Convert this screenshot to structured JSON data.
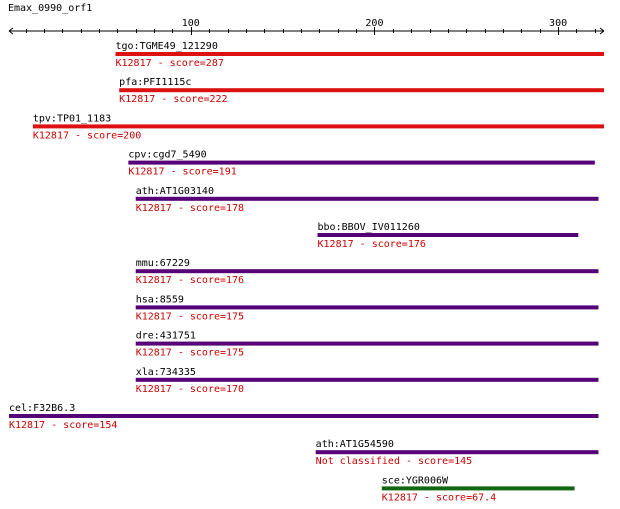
{
  "query": "Emax_0990_orf1",
  "axis": {
    "min": 1,
    "max": 325,
    "labeled_ticks": [
      100,
      200,
      300
    ],
    "minor_step": 10
  },
  "colors": {
    "red": "#dd1111",
    "purple": "#550077",
    "green": "#116611",
    "score_text": "#cc0000"
  },
  "hits": [
    {
      "gene": "tgo:TGME49_121290",
      "ko": "K12817",
      "score": "287",
      "start": 59,
      "end": 325,
      "color": "red"
    },
    {
      "gene": "pfa:PFI1115c",
      "ko": "K12817",
      "score": "222",
      "start": 61,
      "end": 325,
      "color": "red"
    },
    {
      "gene": "tpv:TP01_1183",
      "ko": "K12817",
      "score": "200",
      "start": 14,
      "end": 325,
      "color": "red"
    },
    {
      "gene": "cpv:cgd7_5490",
      "ko": "K12817",
      "score": "191",
      "start": 66,
      "end": 320,
      "color": "purple"
    },
    {
      "gene": "ath:AT1G03140",
      "ko": "K12817",
      "score": "178",
      "start": 70,
      "end": 322,
      "color": "purple"
    },
    {
      "gene": "bbo:BBOV_IV011260",
      "ko": "K12817",
      "score": "176",
      "start": 169,
      "end": 311,
      "color": "purple"
    },
    {
      "gene": "mmu:67229",
      "ko": "K12817",
      "score": "176",
      "start": 70,
      "end": 322,
      "color": "purple"
    },
    {
      "gene": "hsa:8559",
      "ko": "K12817",
      "score": "175",
      "start": 70,
      "end": 322,
      "color": "purple"
    },
    {
      "gene": "dre:431751",
      "ko": "K12817",
      "score": "175",
      "start": 70,
      "end": 322,
      "color": "purple"
    },
    {
      "gene": "xla:734335",
      "ko": "K12817",
      "score": "170",
      "start": 70,
      "end": 322,
      "color": "purple"
    },
    {
      "gene": "cel:F32B6.3",
      "ko": "K12817",
      "score": "154",
      "start": 1,
      "end": 322,
      "color": "purple"
    },
    {
      "gene": "ath:AT1G54590",
      "ko": "Not classified",
      "score": "145",
      "start": 168,
      "end": 322,
      "color": "purple"
    },
    {
      "gene": "sce:YGR006W",
      "ko": "K12817",
      "score": "67.4",
      "start": 204,
      "end": 309,
      "color": "green"
    }
  ]
}
